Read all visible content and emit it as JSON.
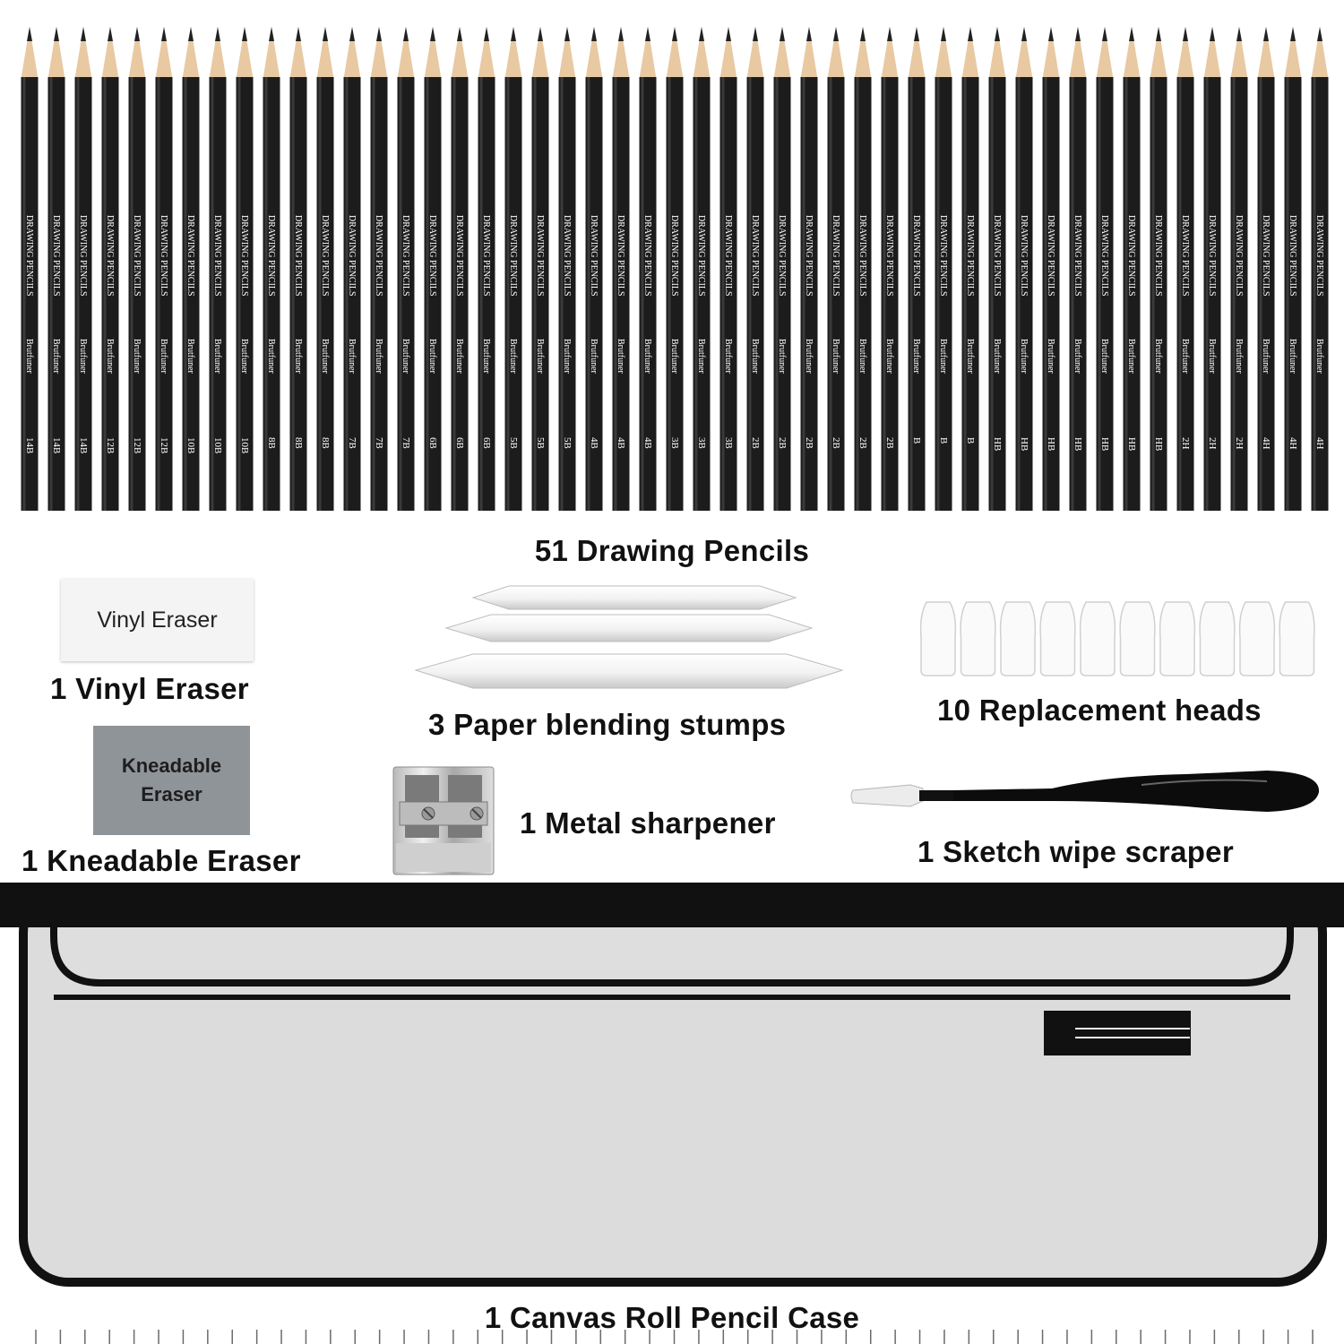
{
  "pencils": {
    "brand_text": "DRAWING PENCILS",
    "maker_text": "Brutfuner",
    "grades": [
      "14B",
      "14B",
      "14B",
      "12B",
      "12B",
      "12B",
      "10B",
      "10B",
      "10B",
      "8B",
      "8B",
      "8B",
      "7B",
      "7B",
      "7B",
      "6B",
      "6B",
      "6B",
      "5B",
      "5B",
      "5B",
      "4B",
      "4B",
      "4B",
      "3B",
      "3B",
      "3B",
      "2B",
      "2B",
      "2B",
      "2B",
      "2B",
      "2B",
      "B",
      "B",
      "B",
      "HB",
      "HB",
      "HB",
      "HB",
      "HB",
      "HB",
      "HB",
      "2H",
      "2H",
      "2H",
      "4H",
      "4H",
      "4H"
    ],
    "body_color": "#1c1c1c",
    "wood_color": "#e8c9a2"
  },
  "captions": {
    "pencils": "51 Drawing Pencils",
    "vinyl_eraser": "1 Vinyl Eraser",
    "kneadable_eraser": "1 Kneadable Eraser",
    "blending_stumps": "3 Paper blending stumps",
    "replacement_heads": "10 Replacement heads",
    "sharpener": "1 Metal sharpener",
    "wipe_scraper": "1 Sketch wipe scraper",
    "pencil_case": "1 Canvas Roll Pencil Case"
  },
  "labels": {
    "vinyl_eraser": "Vinyl Eraser",
    "kneadable_eraser": "Kneadable Eraser"
  },
  "colors": {
    "case_canvas": "#dcdcdc",
    "case_trim": "#111111"
  }
}
